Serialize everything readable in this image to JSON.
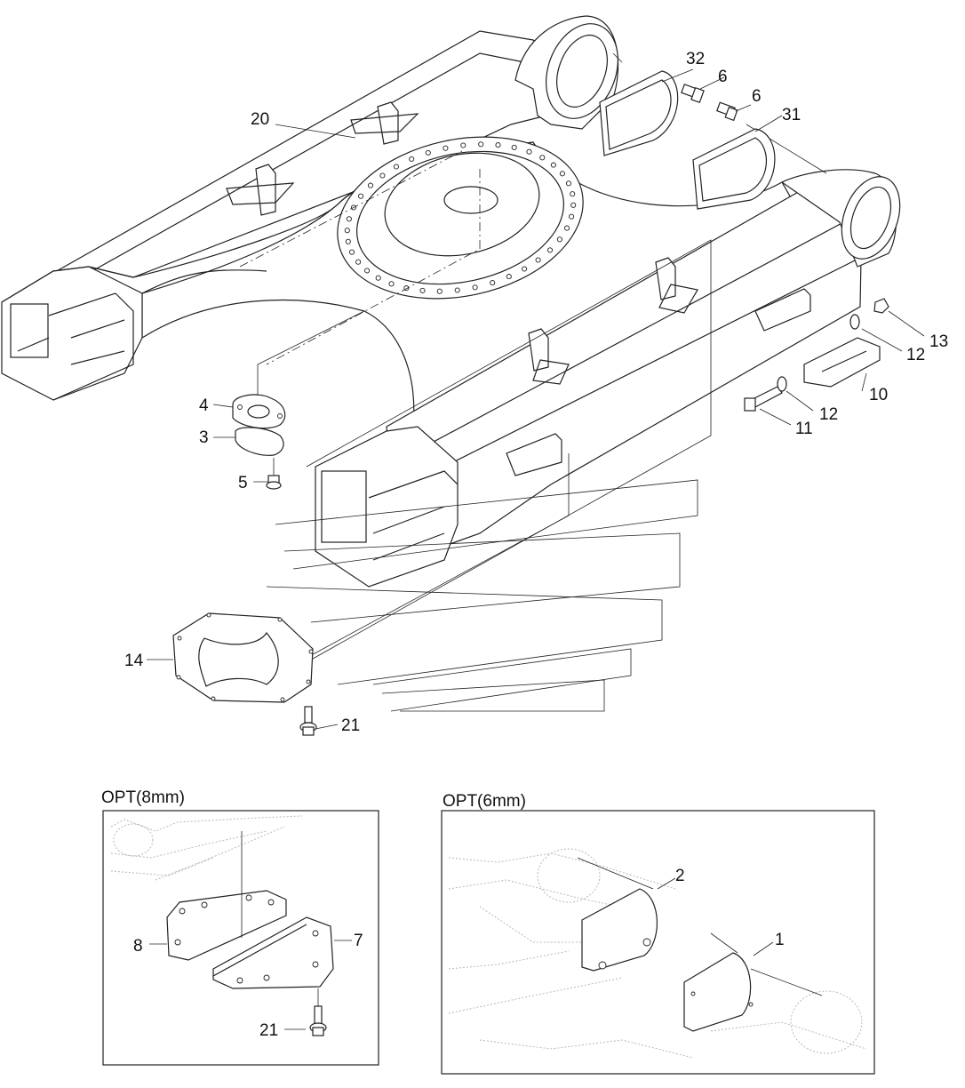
{
  "labels": {
    "p1": "1",
    "p2": "2",
    "p3": "3",
    "p4": "4",
    "p5": "5",
    "p6a": "6",
    "p6b": "6",
    "p7": "7",
    "p8": "8",
    "p10": "10",
    "p11": "11",
    "p12a": "12",
    "p12b": "12",
    "p13": "13",
    "p14": "14",
    "p20": "20",
    "p21a": "21",
    "p21b": "21",
    "p31": "31",
    "p32": "32"
  },
  "insets": {
    "opt8_title": "OPT(8mm)",
    "opt6_title": "OPT(6mm)"
  }
}
